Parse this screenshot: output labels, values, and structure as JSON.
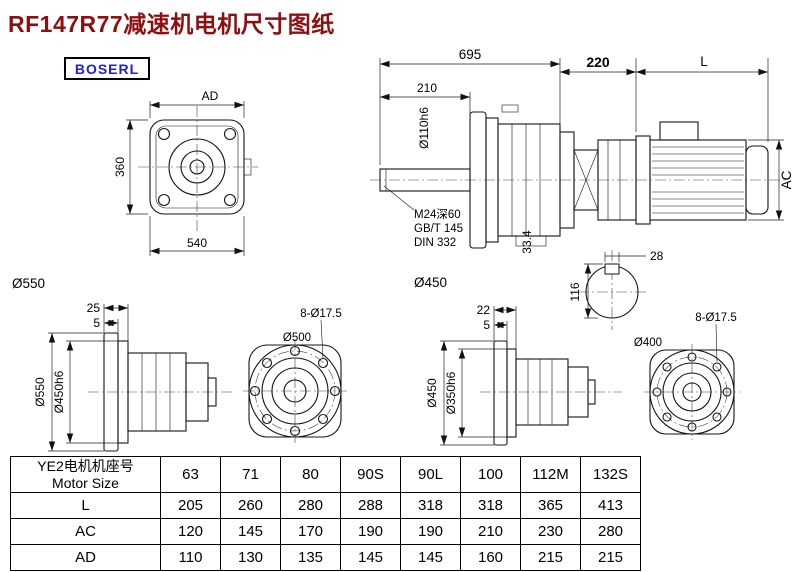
{
  "colors": {
    "title": "#8e0f0f",
    "logo": "#2222cc",
    "line": "#141414"
  },
  "header": {
    "title": "RF147R77减速机电机尺寸图纸",
    "logo": "BOSERL"
  },
  "main_view": {
    "dim_total": "695",
    "dim_shaft_len": "210",
    "dim_adapter": "220",
    "dim_motor_len": "L",
    "dim_motor_dia": "AC",
    "shaft_dia": "Ø110h6",
    "tap_note1": "M24深60",
    "tap_note2": "GB/T 145",
    "tap_note3": "DIN 332",
    "dim_33_4": "33.4",
    "flange_dia": "Ø450",
    "key_width": "28",
    "key_height": "116"
  },
  "front_view": {
    "dim_ad": "AD",
    "dim_360": "360",
    "dim_540": "540",
    "flange_dia": "Ø550"
  },
  "flange_side_1": {
    "dim_25": "25",
    "dim_5": "5",
    "od": "Ø550",
    "spigot": "Ø450h6"
  },
  "flange_face_1": {
    "bolt_circle": "Ø500",
    "holes": "8-Ø17.5"
  },
  "flange_side_2": {
    "dim_22": "22",
    "dim_5": "5",
    "od": "Ø450",
    "spigot": "Ø350h6"
  },
  "flange_face_2": {
    "bolt_circle": "Ø400",
    "holes": "8-Ø17.5"
  },
  "table": {
    "header_cn": "YE2电机机座号",
    "header_en": "Motor Size",
    "sizes": [
      "63",
      "71",
      "80",
      "90S",
      "90L",
      "100",
      "112M",
      "132S"
    ],
    "rows": [
      {
        "label": "L",
        "values": [
          "205",
          "260",
          "280",
          "288",
          "318",
          "318",
          "365",
          "413"
        ]
      },
      {
        "label": "AC",
        "values": [
          "120",
          "145",
          "170",
          "190",
          "190",
          "210",
          "230",
          "280"
        ]
      },
      {
        "label": "AD",
        "values": [
          "110",
          "130",
          "135",
          "145",
          "145",
          "160",
          "215",
          "215"
        ]
      }
    ]
  }
}
